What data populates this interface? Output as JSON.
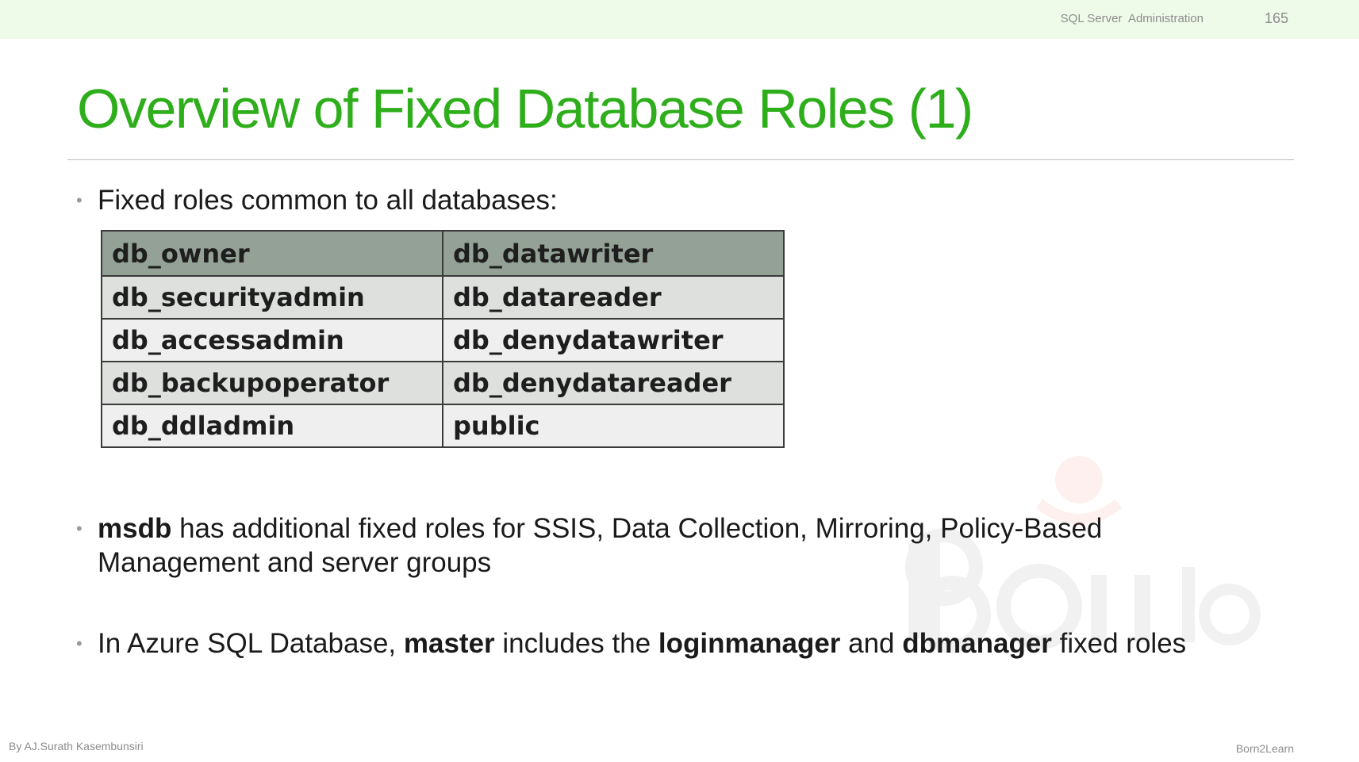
{
  "header": {
    "course": "SQL Server  Administration",
    "page_number": "165"
  },
  "title": "Overview of Fixed Database Roles (1)",
  "bullets": {
    "b1": {
      "text": "Fixed roles common to all databases:"
    },
    "b2": {
      "bold": "msdb",
      "text": " has additional fixed roles for SSIS, Data Collection, Mirroring, Policy-Based Management and server groups"
    },
    "b3": {
      "t1": "In Azure SQL Database, ",
      "b1": "master",
      "t2": " includes the ",
      "b2": "loginmanager",
      "t3": " and ",
      "b3": "dbmanager",
      "t4": " fixed roles"
    }
  },
  "roles_table": {
    "rows": [
      [
        "db_owner",
        "db_datawriter"
      ],
      [
        "db_securityadmin",
        "db_datareader"
      ],
      [
        "db_accessadmin",
        "db_denydatawriter"
      ],
      [
        "db_backupoperator",
        "db_denydatareader"
      ],
      [
        "db_ddladmin",
        "public"
      ]
    ]
  },
  "footer": {
    "author": "By AJ.Surath Kasembunsiri",
    "brand": "Born2Learn"
  },
  "colors": {
    "title": "#2fae1c",
    "topbar": "#eefbe9",
    "table_header": "#93a197",
    "table_row_alt": "#dde0dd",
    "table_row": "#eeefee"
  }
}
